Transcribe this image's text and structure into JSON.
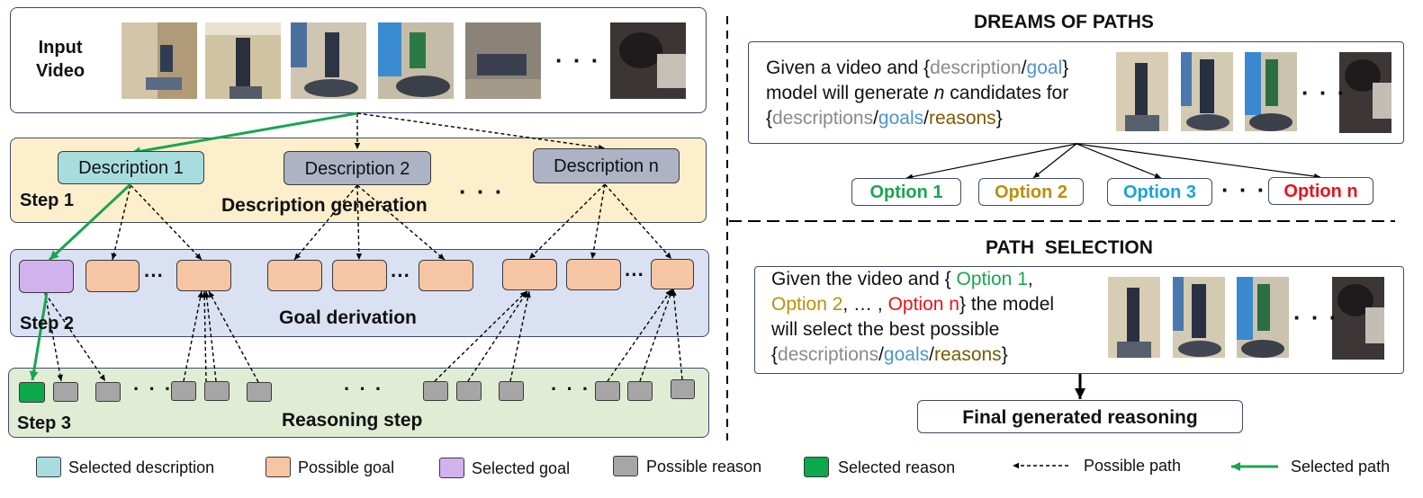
{
  "input_video": {
    "label_line1": "Input",
    "label_line2": "Video",
    "ellipsis": "· · ·"
  },
  "steps": {
    "step1": {
      "tag": "Step 1",
      "title": "Description generation"
    },
    "step2": {
      "tag": "Step 2",
      "title": "Goal derivation"
    },
    "step3": {
      "tag": "Step 3",
      "title": "Reasoning step"
    }
  },
  "descriptions": [
    "Description 1",
    "Description 2",
    "Description n"
  ],
  "ellipsis": {
    "short": "· · ·",
    "tight": "···"
  },
  "dreams": {
    "title": "DREAMS OF PATHS",
    "line1_a": "Given a video and {",
    "line1_desc": "description",
    "line1_slash": "/",
    "line1_goal": "goal",
    "line1_end": "}",
    "line2_a": "model will generate ",
    "line2_n": "n",
    "line2_b": " candidates for",
    "line3_open": "{",
    "line3_desc": "descriptions",
    "line3_s1": "/",
    "line3_goal": "goals",
    "line3_s2": "/",
    "line3_reason": "reasons",
    "line3_close": "}"
  },
  "options": [
    {
      "label": "Option 1",
      "color": "#1aa551"
    },
    {
      "label": "Option 2",
      "color": "#b8900b"
    },
    {
      "label": "Option 3",
      "color": "#1aa3d8"
    },
    {
      "label": "Option n",
      "color": "#e8131b"
    }
  ],
  "selection": {
    "title": "PATH  SELECTION",
    "l1_a": "Given the video and { ",
    "l1_opt1": "Option 1",
    "l1_comma": ",",
    "l2_opt2": "Option 2",
    "l2_mid": ", … , ",
    "l2_optn": "Option n",
    "l2_end": "} the model",
    "l3": "will select the best possible",
    "l4_open": "{",
    "l4_desc": "descriptions",
    "l4_s1": "/",
    "l4_goal": "goals",
    "l4_s2": "/",
    "l4_reason": "reasons",
    "l4_close": "}",
    "final": "Final generated reasoning"
  },
  "legend": {
    "selected_description": "Selected description",
    "possible_goal": "Possible goal",
    "selected_goal": "Selected goal",
    "possible_reason": "Possible reason",
    "selected_reason": "Selected reason",
    "possible_path": "Possible path",
    "selected_path": "Selected path"
  },
  "colors": {
    "description_selected": "#a8dde0",
    "description_other": "#adb3c4",
    "goal_possible": "#f6c6a4",
    "goal_selected": "#d2b2ee",
    "reason_possible": "#a6a6a6",
    "reason_selected": "#0ba84c",
    "step1_bg": "#fdefcb",
    "step2_bg": "#d9e1f2",
    "step3_bg": "#e1ecd5",
    "selected_path": "#1aa551",
    "text_description": "#8a8a8a",
    "text_goal": "#4f94cd",
    "text_reason": "#7a5a00"
  }
}
